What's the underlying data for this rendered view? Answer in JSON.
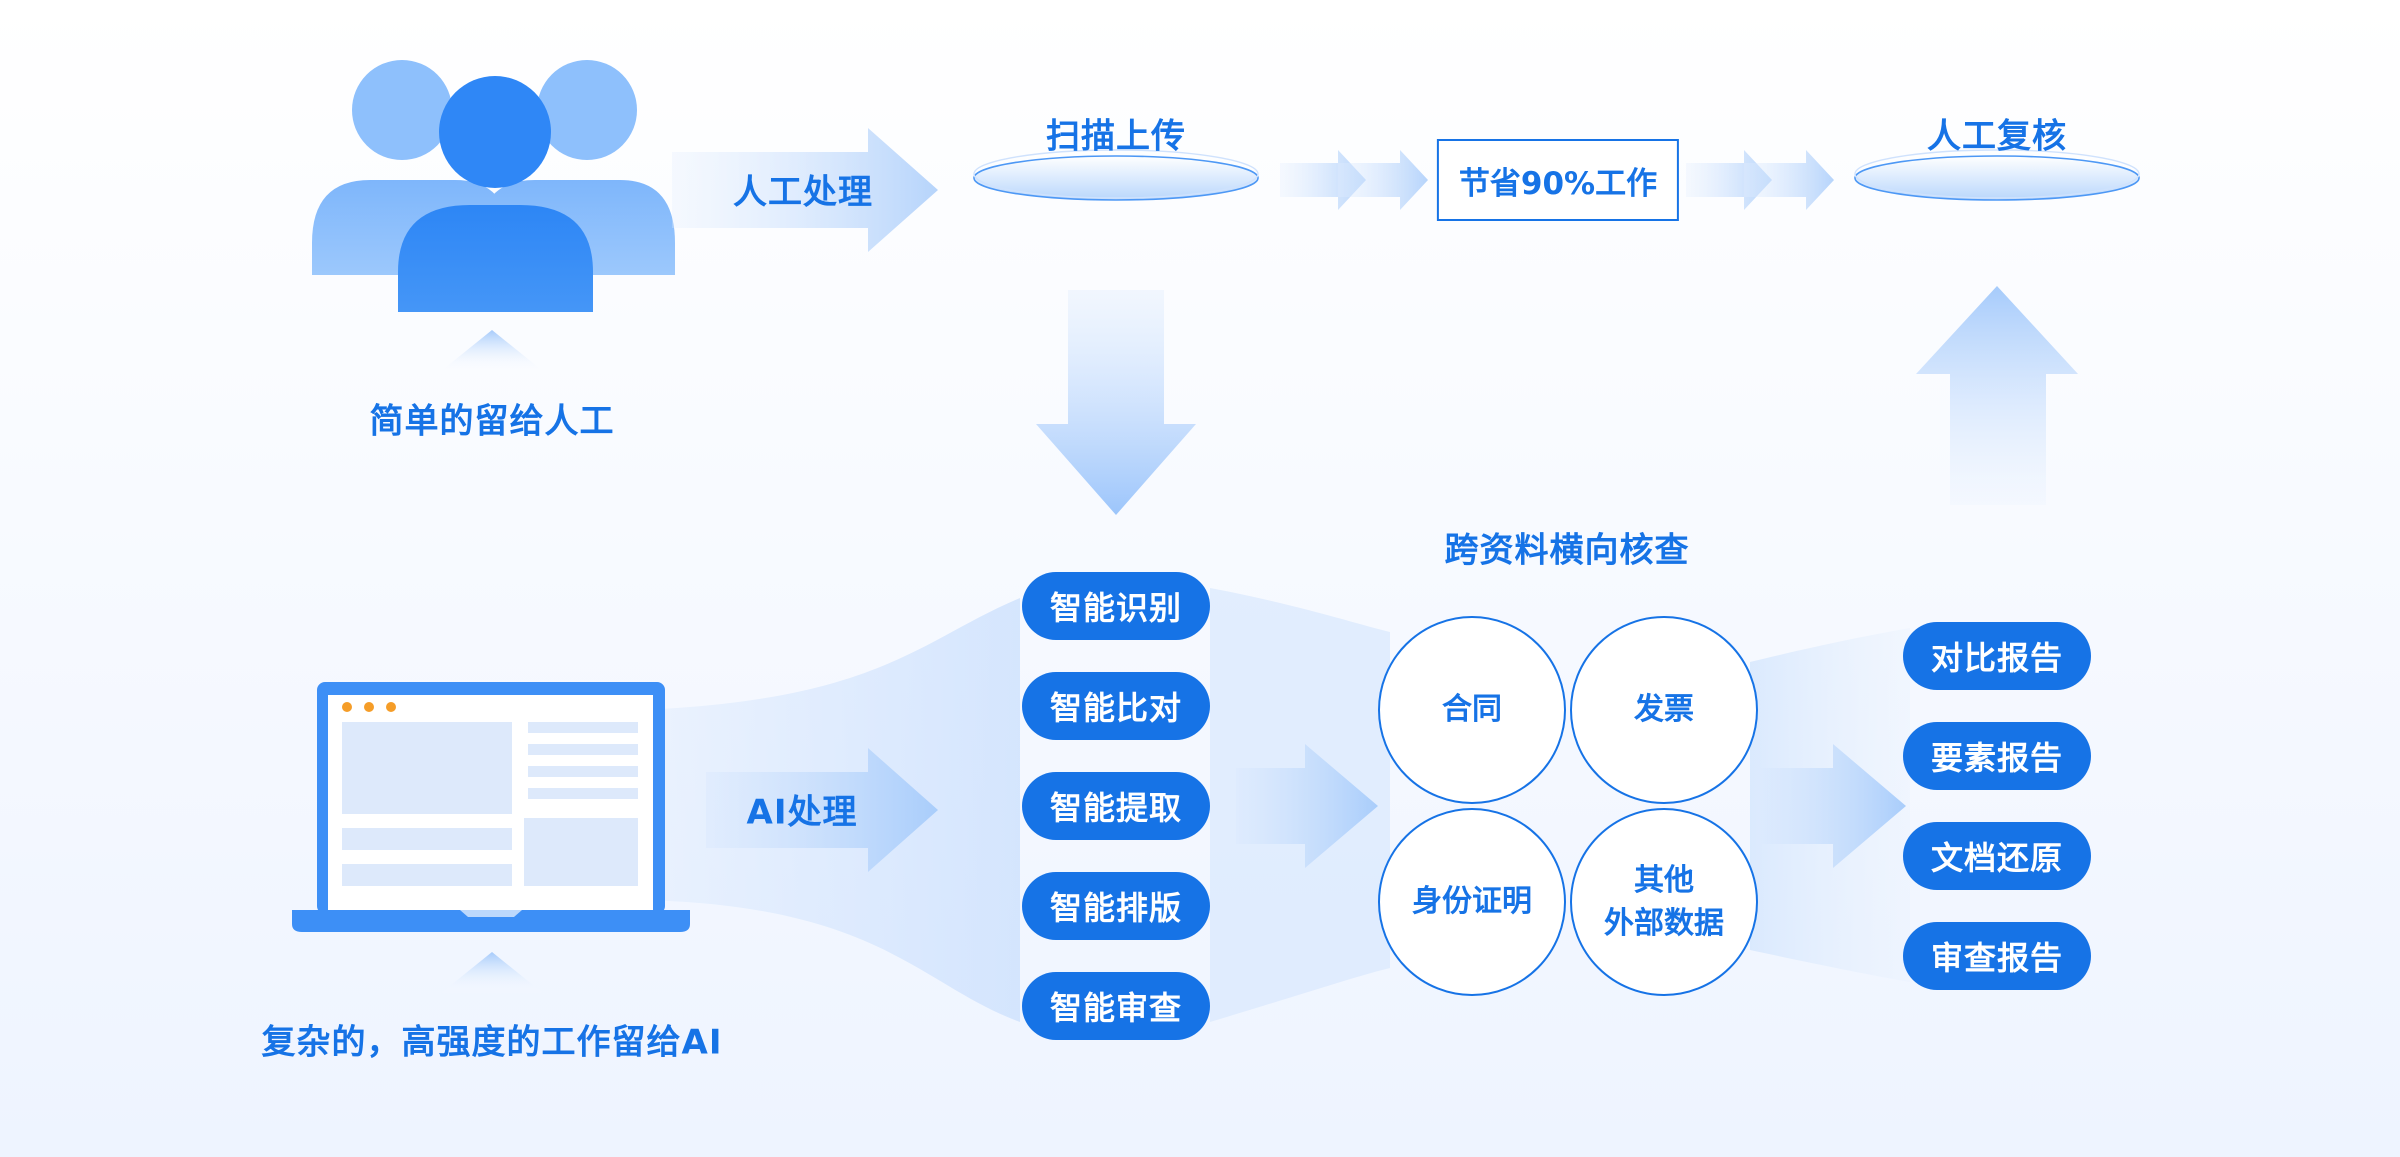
{
  "colors": {
    "primary": "#1673e6",
    "light": "#9cc7fb",
    "pale": "#e6f0fe"
  },
  "human": {
    "caption": "简单的留给人工",
    "process_label": "人工处理",
    "scan_upload": "扫描上传",
    "savings": "节省90%工作",
    "review": "人工复核"
  },
  "ai": {
    "caption": "复杂的，高强度的工作留给AI",
    "process_label": "AI处理",
    "capabilities": [
      "智能识别",
      "智能比对",
      "智能提取",
      "智能排版",
      "智能审查"
    ]
  },
  "cross_check": {
    "title": "跨资料横向核查",
    "sources": [
      {
        "line1": "合同",
        "line2": ""
      },
      {
        "line1": "发票",
        "line2": ""
      },
      {
        "line1": "身份证明",
        "line2": ""
      },
      {
        "line1": "其他",
        "line2": "外部数据"
      }
    ]
  },
  "outputs": [
    "对比报告",
    "要素报告",
    "文档还原",
    "审查报告"
  ],
  "icons": {
    "people": "people-group-icon",
    "laptop": "laptop-icon",
    "ellipse": "platform-ellipse-icon"
  }
}
